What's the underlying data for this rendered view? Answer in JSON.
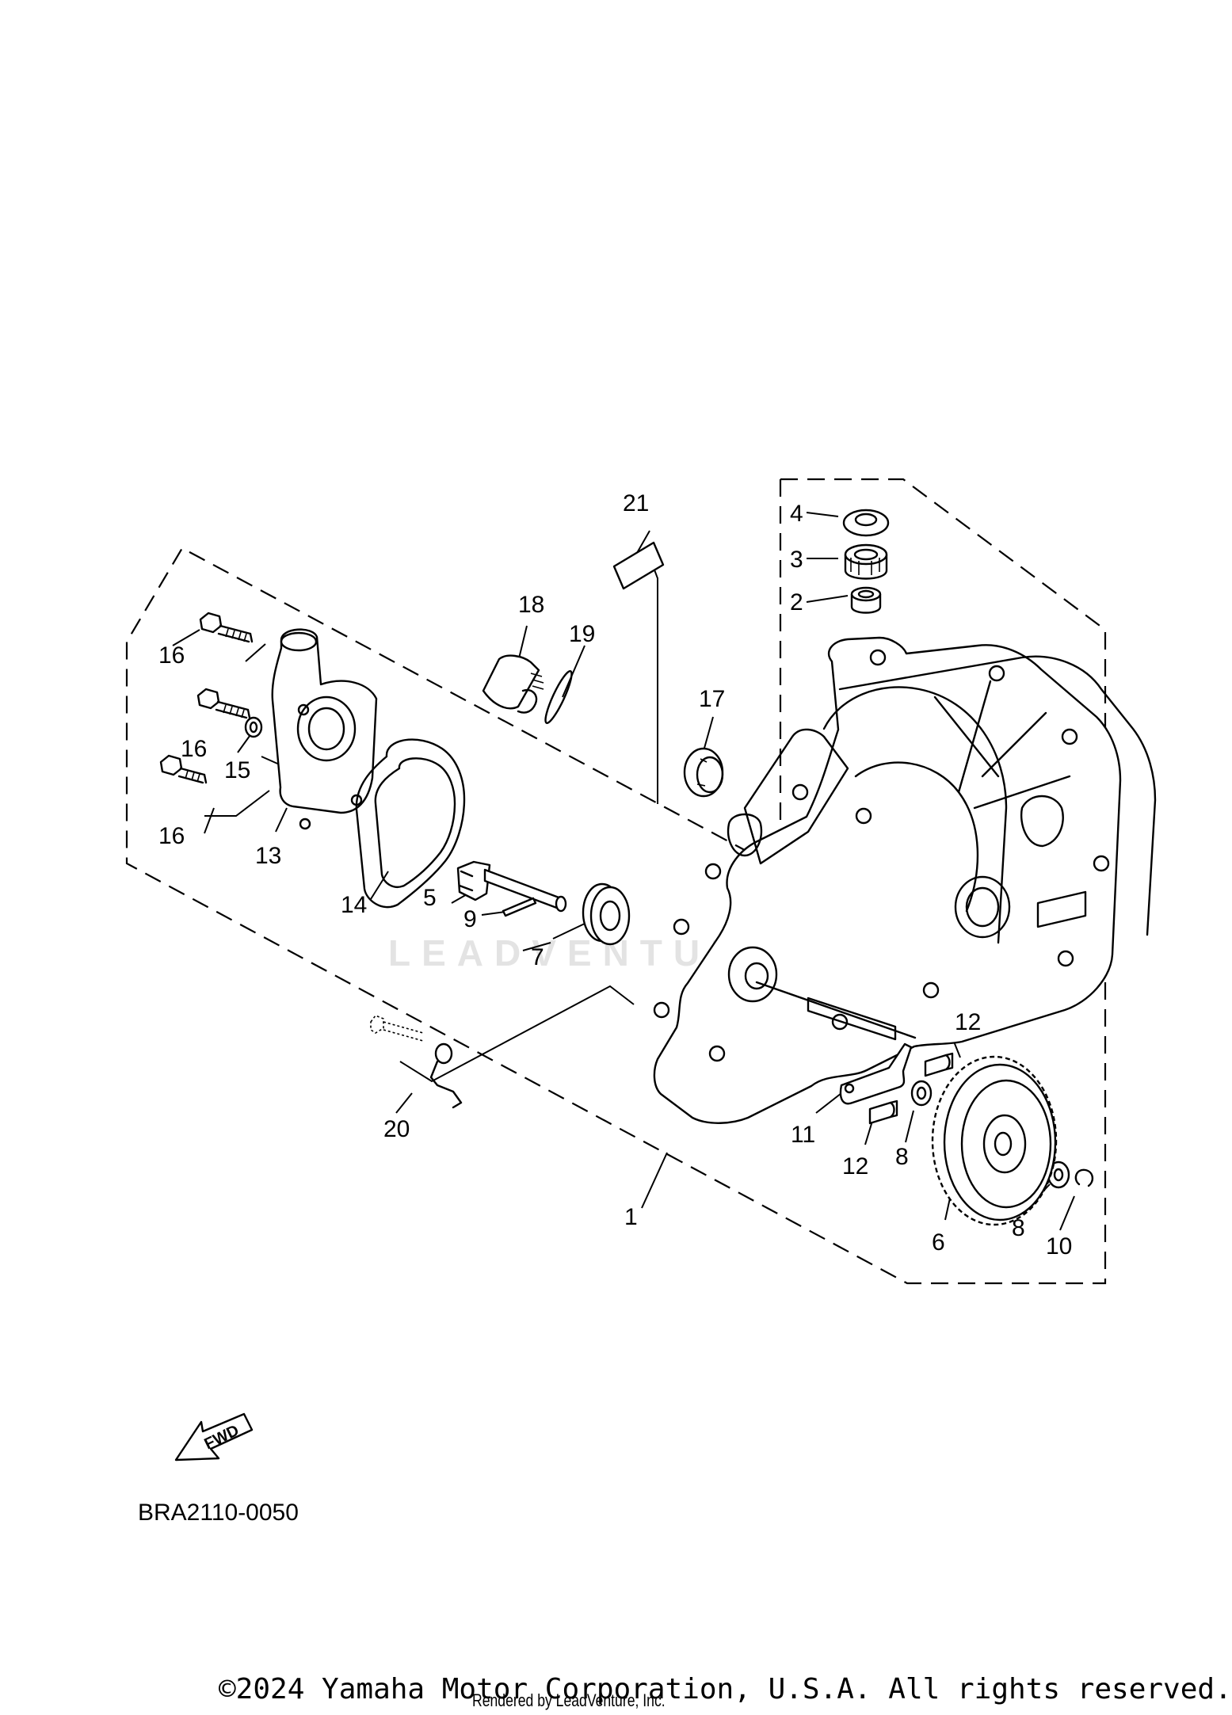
{
  "diagram": {
    "code": "BRA2110-0050",
    "fwd_label": "FWD",
    "watermark": "LEADVENTURE",
    "copyright": "©2024 Yamaha Motor Corporation, U.S.A. All rights reserved.",
    "rendered_by": "Rendered by LeadVenture, Inc."
  },
  "callouts": [
    {
      "id": "c1",
      "text": "1"
    },
    {
      "id": "c2",
      "text": "2"
    },
    {
      "id": "c3",
      "text": "3"
    },
    {
      "id": "c4",
      "text": "4"
    },
    {
      "id": "c5",
      "text": "5"
    },
    {
      "id": "c6",
      "text": "6"
    },
    {
      "id": "c7",
      "text": "7"
    },
    {
      "id": "c8a",
      "text": "8"
    },
    {
      "id": "c8b",
      "text": "8"
    },
    {
      "id": "c9",
      "text": "9"
    },
    {
      "id": "c10",
      "text": "10"
    },
    {
      "id": "c11",
      "text": "11"
    },
    {
      "id": "c12a",
      "text": "12"
    },
    {
      "id": "c12b",
      "text": "12"
    },
    {
      "id": "c13",
      "text": "13"
    },
    {
      "id": "c14",
      "text": "14"
    },
    {
      "id": "c15",
      "text": "15"
    },
    {
      "id": "c16a",
      "text": "16"
    },
    {
      "id": "c16b",
      "text": "16"
    },
    {
      "id": "c16c",
      "text": "16"
    },
    {
      "id": "c17",
      "text": "17"
    },
    {
      "id": "c18",
      "text": "18"
    },
    {
      "id": "c19",
      "text": "19"
    },
    {
      "id": "c20",
      "text": "20"
    },
    {
      "id": "c21",
      "text": "21"
    }
  ]
}
